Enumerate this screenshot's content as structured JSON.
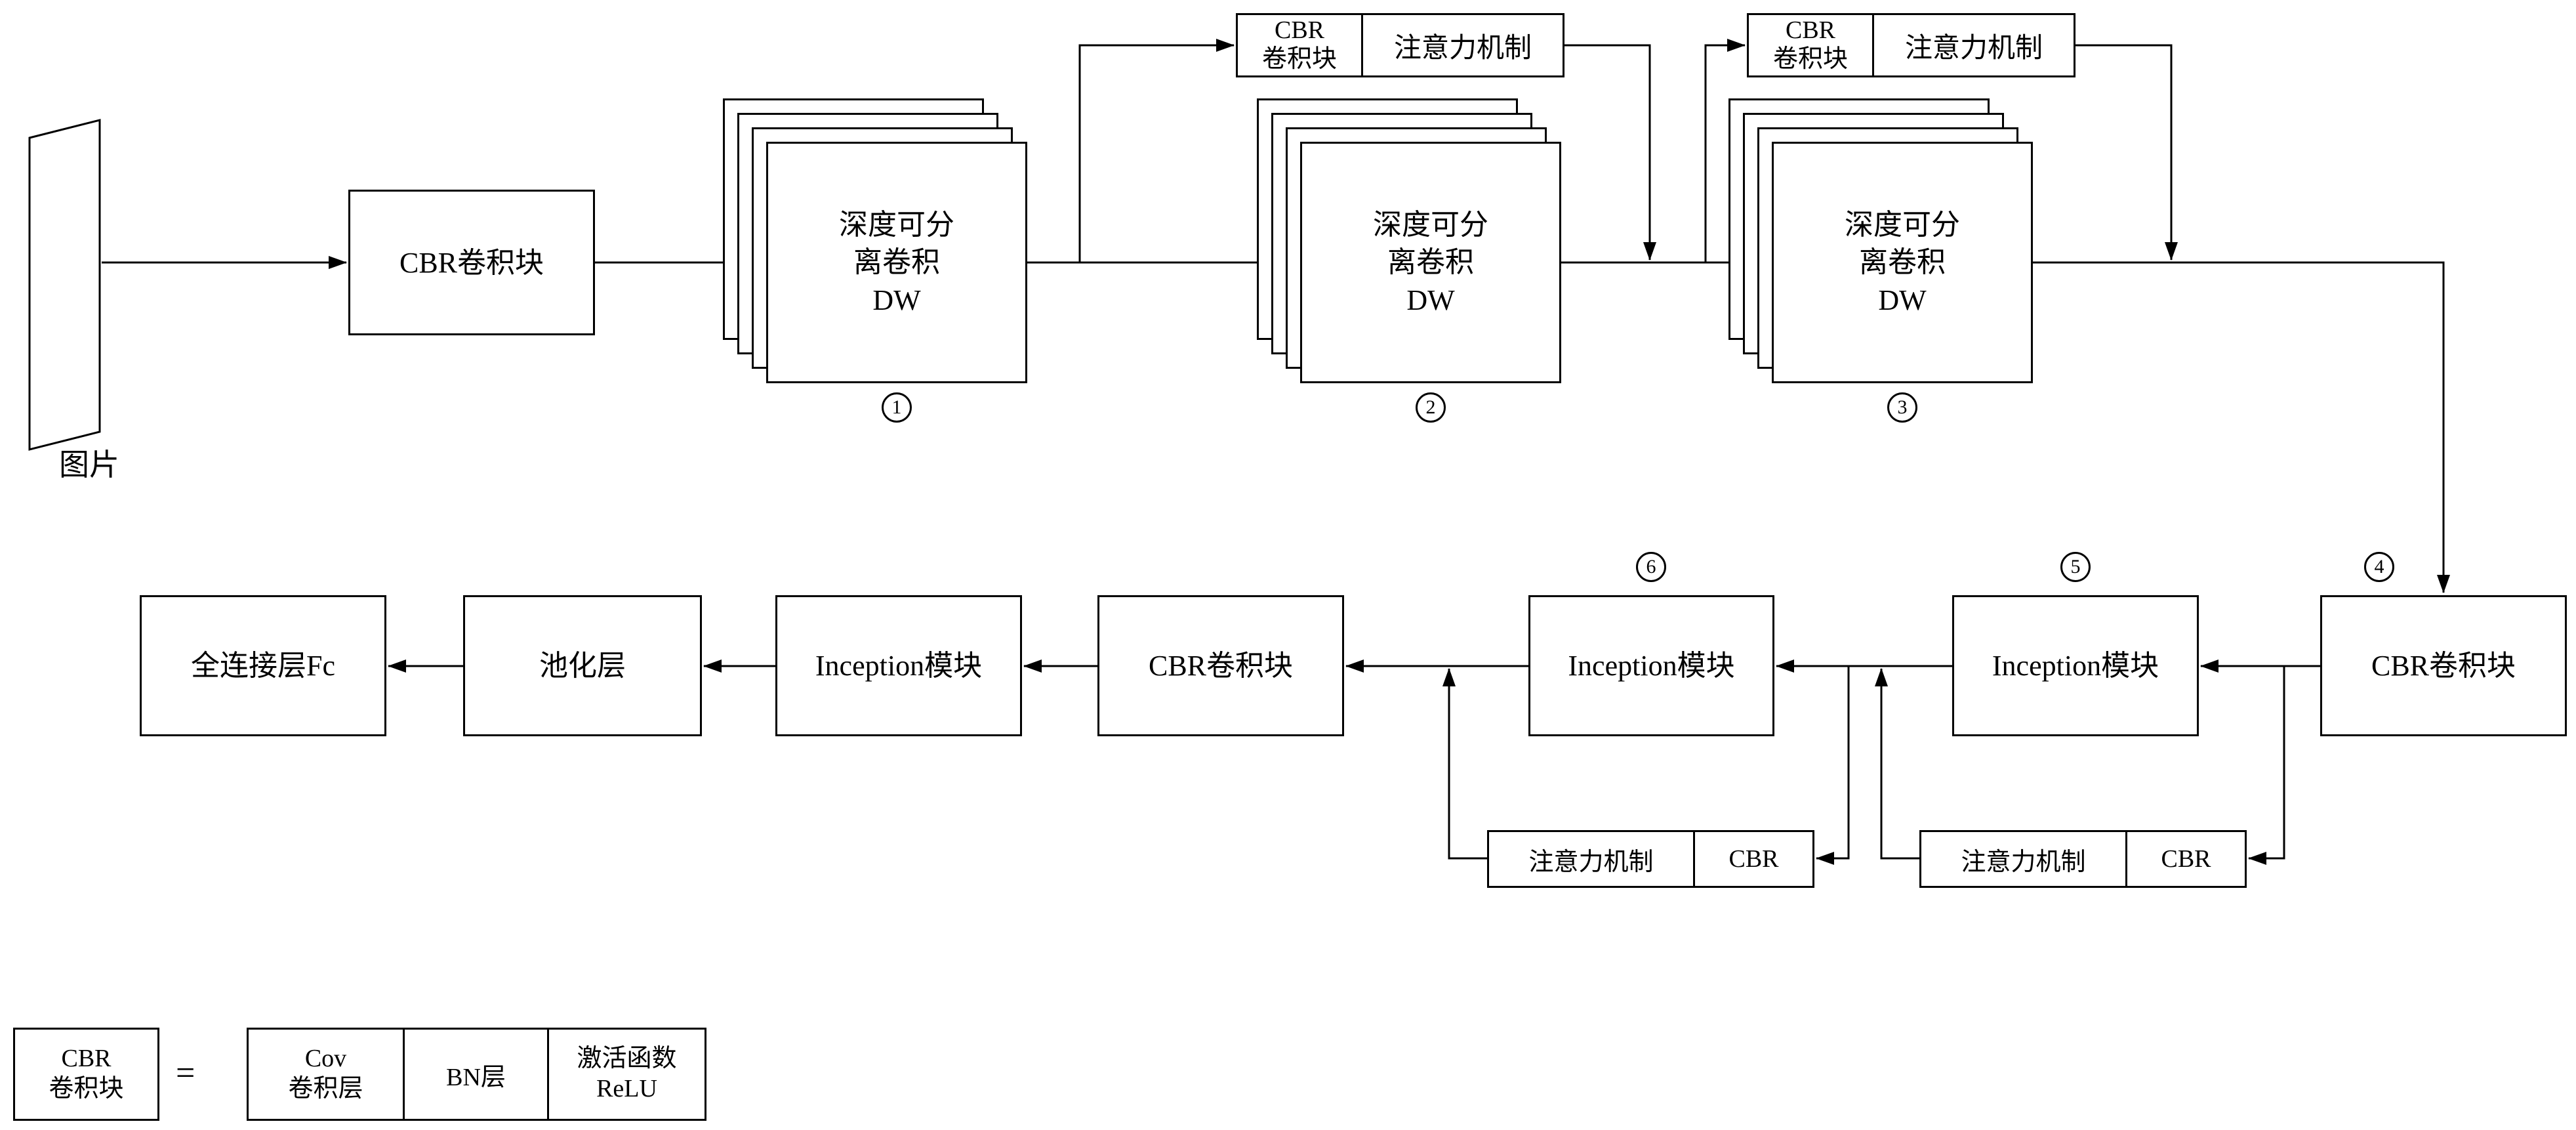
{
  "colors": {
    "line": "#000000",
    "background": "#ffffff",
    "text": "#000000"
  },
  "input": {
    "label": "图片"
  },
  "blocks": {
    "cbr": "CBR卷积块",
    "dw_line1": "深度可分",
    "dw_line2": "离卷积",
    "dw_line3": "DW"
  },
  "top_attention_pair": {
    "cbr_line1": "CBR",
    "cbr_line2": "卷积块",
    "attention": "注意力机制"
  },
  "bottom_attention_pair": {
    "attention": "注意力机制",
    "cbr": "CBR"
  },
  "bottom_row": [
    "全连接层Fc",
    "池化层",
    "Inception模块",
    "CBR卷积块",
    "Inception模块",
    "Inception模块",
    "CBR卷积块"
  ],
  "stage_numbers": [
    "1",
    "2",
    "3",
    "4",
    "5",
    "6"
  ],
  "legend": {
    "cbr_line1": "CBR",
    "cbr_line2": "卷积块",
    "equals": "=",
    "cov_line1": "Cov",
    "cov_line2": "卷积层",
    "bn": "BN层",
    "relu_line1": "激活函数",
    "relu_line2": "ReLU"
  }
}
